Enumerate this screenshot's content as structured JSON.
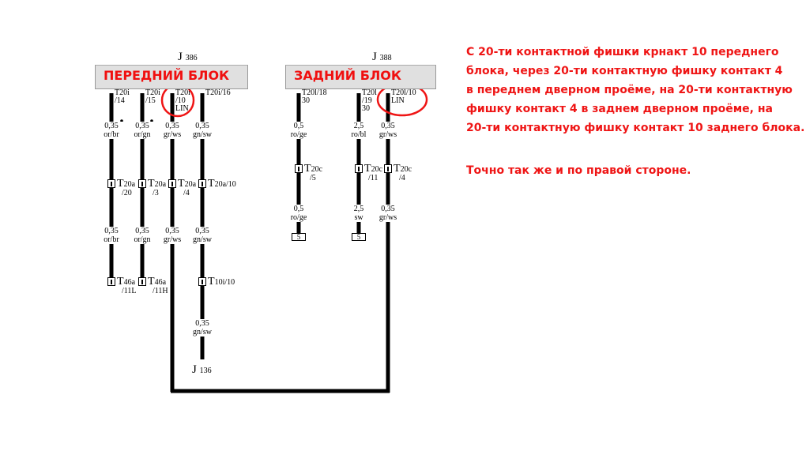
{
  "front": {
    "j_label": "J",
    "j_num": "386",
    "title": "ПЕРЕДНИЙ БЛОК",
    "pins": [
      "T20i\n/14",
      "T20i\n/15",
      "T20i\n/10\nLIN",
      "T20i/16"
    ],
    "wires_top": [
      [
        "0,35",
        "or/br"
      ],
      [
        "0,35",
        "or/gn"
      ],
      [
        "0,35",
        "gr/ws"
      ],
      [
        "0,35",
        "gn/sw"
      ]
    ],
    "conn_mid": [
      [
        "20a",
        "/20"
      ],
      [
        "20a",
        "/3"
      ],
      [
        "20a",
        "/4"
      ],
      [
        "20a/10",
        ""
      ]
    ],
    "wires_mid": [
      [
        "0,35",
        "or/br"
      ],
      [
        "0,35",
        "or/gn"
      ],
      [
        "0,35",
        "gr/ws"
      ],
      [
        "0,35",
        "gn/sw"
      ]
    ],
    "conn_bot": [
      [
        "46a",
        "/11L"
      ],
      [
        "46a",
        "/11H"
      ],
      [
        "10i/10",
        ""
      ]
    ],
    "wire_bot": [
      "0,35",
      "gn/sw"
    ],
    "end_label": "J",
    "end_num": "136"
  },
  "rear": {
    "j_label": "J",
    "j_num": "388",
    "title": "ЗАДНИЙ БЛОК",
    "pins": [
      "T20l/18\n30",
      "T20l\n/19\n30",
      "T20l/10\nLIN"
    ],
    "wires_top": [
      [
        "0,5",
        "ro/ge"
      ],
      [
        "2,5",
        "ro/bl"
      ],
      [
        "0,35",
        "gr/ws"
      ]
    ],
    "conn_mid": [
      [
        "20c",
        "/5"
      ],
      [
        "20c",
        "/11"
      ],
      [
        "20c",
        "/4"
      ]
    ],
    "wires_mid": [
      [
        "0,5",
        "ro/ge"
      ],
      [
        "2,5",
        "sw"
      ],
      [
        "0,35",
        "gr/ws"
      ]
    ],
    "ground": [
      "5",
      "5"
    ]
  },
  "conn_prefix": "T",
  "note": {
    "lines": [
      "С 20-ти контактной фишки крнакт 10 переднего",
      "блока, через 20-ти контактную фишку контакт 4",
      "в переднем дверном проёме, на 20-ти контактную",
      "фишку контакт 4 в заднем дверном проёме, на",
      "20-ти контактную фишку контакт 10 заднего блока."
    ],
    "extra": "Точно так же и по правой стороне."
  },
  "colors": {
    "annotation": "#ef1515",
    "header_bg": "#e0e0e0",
    "wire": "#000000"
  }
}
